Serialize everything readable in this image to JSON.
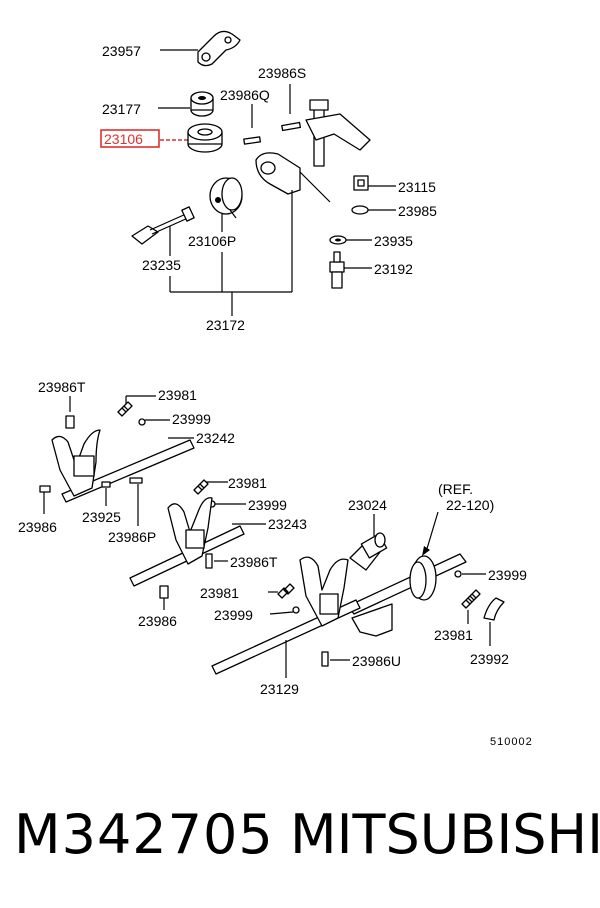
{
  "labels": {
    "p23957": "23957",
    "p23986S": "23986S",
    "p23177": "23177",
    "p23986Q": "23986Q",
    "p23106": "23106",
    "p23115": "23115",
    "p23985": "23985",
    "p23106P": "23106P",
    "p23935": "23935",
    "p23235": "23235",
    "p23192": "23192",
    "p23172": "23172",
    "p23986T_a": "23986T",
    "p23981_a": "23981",
    "p23999_a": "23999",
    "p23242": "23242",
    "p23986_a": "23986",
    "p23925": "23925",
    "p23986P": "23986P",
    "p23981_b": "23981",
    "p23999_b": "23999",
    "p23243": "23243",
    "p23024": "23024",
    "ref_line1": "(REF.",
    "ref_line2": "22-120)",
    "p23986T_b": "23986T",
    "p23999_c": "23999",
    "p23981_c": "23981",
    "p23999_d": "23999",
    "p23986_b": "23986",
    "p23981_d": "23981",
    "p23986U": "23986U",
    "p23992": "23992",
    "p23129": "23129",
    "diagram_code": "510002"
  },
  "highlight_color": "#e03030",
  "footer": {
    "part_number": "M342705",
    "brand": "MITSUBISHI"
  }
}
